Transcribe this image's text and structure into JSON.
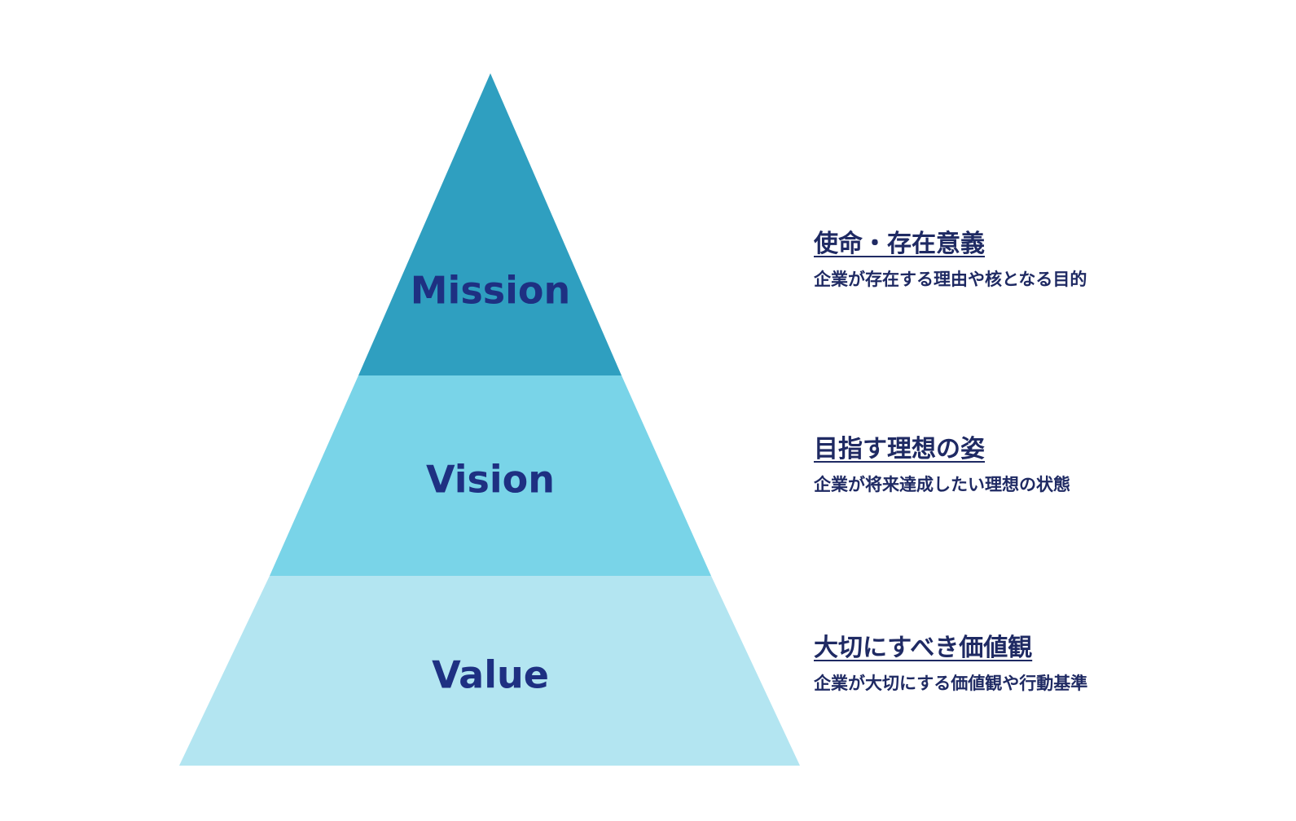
{
  "colors": {
    "label_text": "#1e3082",
    "tier_top": "#2f9fc0",
    "tier_middle": "#79d4e8",
    "tier_bottom": "#b3e5f1",
    "description_text": "#1f2a63"
  },
  "pyramid": {
    "tiers": [
      {
        "label": "Mission"
      },
      {
        "label": "Vision"
      },
      {
        "label": "Value"
      }
    ]
  },
  "descriptions": [
    {
      "heading": "使命・存在意義",
      "subtext": "企業が存在する理由や核となる目的"
    },
    {
      "heading": "目指す理想の姿",
      "subtext": "企業が将来達成したい理想の状態"
    },
    {
      "heading": "大切にすべき価値観",
      "subtext": "企業が大切にする価値観や行動基準"
    }
  ]
}
